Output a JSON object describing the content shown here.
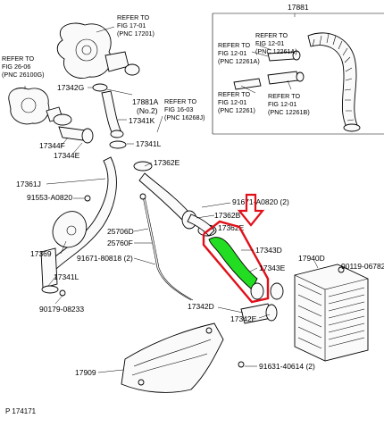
{
  "labels": {
    "l17881": "17881",
    "l17201ref": "REFER TO",
    "l17201fig": "FIG 17-01",
    "l17201pnc": "(PNC 17201)",
    "l26100ref": "REFER TO",
    "l26100fig": "FIG 26-06",
    "l26100pnc": "(PNC 26100G)",
    "l17342g": "17342G",
    "l17881a": "17881A",
    "l17881a_no2": "(No.2)",
    "l17341k": "17341K",
    "l16268ref": "REFER TO",
    "l16268fig": "FIG 16-03",
    "l16268pnc": "(PNC 16268J)",
    "l17341l_a": "17341L",
    "l17344f": "17344F",
    "l17344e": "17344E",
    "l17362e_a": "17362E",
    "l17361j": "17361J",
    "l91553": "91553-A0820",
    "l91671_a": "91671-A0820 (2)",
    "l17362b": "17362B",
    "l17362e_b": "17362E",
    "l25706d": "25706D",
    "l25760f": "25760F",
    "l17343d": "17343D",
    "l17369": "17369",
    "l91671_b": "91671-80818 (2)",
    "l17343e": "17343E",
    "l17940d": "17940D",
    "l90119": "90119-06782",
    "l17341l_b": "17341L",
    "l17342d": "17342D",
    "l17342e": "17342E",
    "l90179": "90179-08233",
    "l17909": "17909",
    "l91631": "91631-40614 (2)",
    "inset_ref1a": "REFER TO",
    "inset_ref1b": "FIG 12-01",
    "inset_ref1c": "(PNC 12261A)",
    "inset_ref2a": "REFER TO",
    "inset_ref2b": "FIG 12-01",
    "inset_ref2c": "(PNC 12261A)",
    "inset_ref3a": "REFER TO",
    "inset_ref3b": "FIG 12-01",
    "inset_ref3c": "(PNC 12261)",
    "inset_ref4a": "REFER TO",
    "inset_ref4b": "FIG 12-01",
    "inset_ref4c": "(PNC 12261B)",
    "picture_id": "P 174171"
  },
  "colors": {
    "highlight_fill": "#22dd22",
    "highlight_box": "#e0101a",
    "ink": "#000000"
  }
}
